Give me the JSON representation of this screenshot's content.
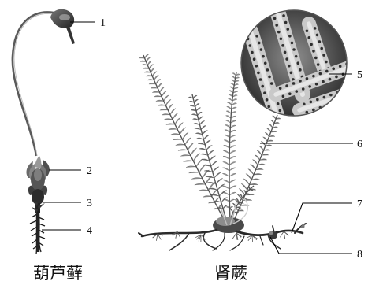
{
  "plants": {
    "moss": {
      "name": "葫芦藓"
    },
    "fern": {
      "name": "肾蕨"
    }
  },
  "labels": {
    "l1": "1",
    "l2": "2",
    "l3": "3",
    "l4": "4",
    "l5": "5",
    "l6": "6",
    "l7": "7",
    "l8": "8"
  }
}
